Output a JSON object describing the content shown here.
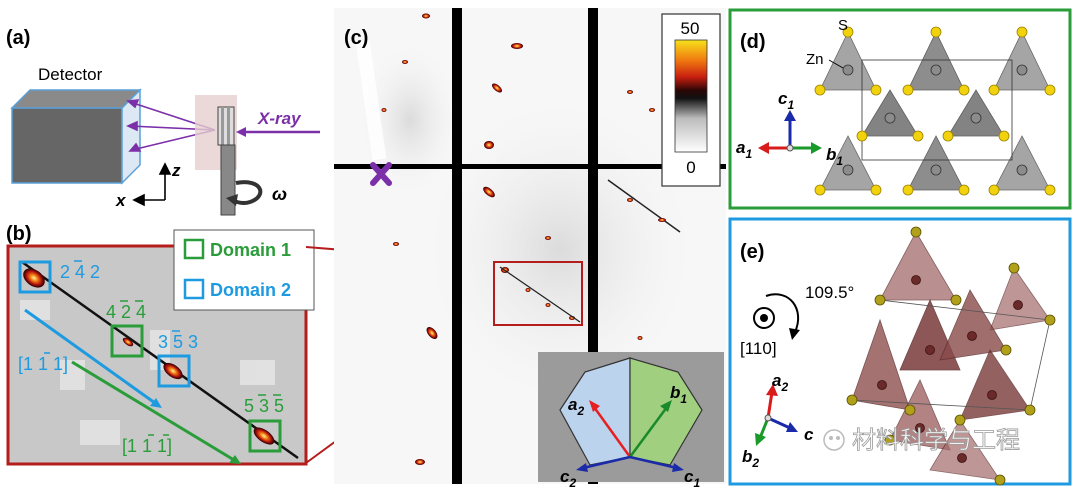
{
  "panels": {
    "a": {
      "label": "(a)",
      "detector": "Detector",
      "xray": "X-ray",
      "axis_z": "z",
      "axis_x": "x",
      "omega": "ω"
    },
    "b": {
      "label": "(b)",
      "legend": [
        {
          "text": "Domain 1",
          "color": "#2a9d3a"
        },
        {
          "text": "Domain 2",
          "color": "#1e9be0"
        }
      ],
      "peaks": [
        {
          "text": "2 4 2",
          "color": "#1e9be0"
        },
        {
          "text": "4 2 4",
          "color": "#2a9d3a"
        },
        {
          "text": "3 5 3",
          "color": "#1e9be0"
        },
        {
          "text": "5 3 5",
          "color": "#2a9d3a"
        }
      ],
      "directions": [
        {
          "text": "[1 1 1]",
          "color": "#1e9be0"
        },
        {
          "text": "[1 1 1]",
          "color": "#2a9d3a"
        }
      ]
    },
    "c": {
      "label": "(c)",
      "colorbar": {
        "max": "50",
        "min": "0"
      },
      "inset": {
        "a2": "a",
        "a2_sub": "2",
        "b1": "b",
        "b1_sub": "1",
        "c2": "c",
        "c2_sub": "2",
        "c1": "c",
        "c1_sub": "1"
      }
    },
    "d": {
      "label": "(d)",
      "atom_s": "S",
      "atom_zn": "Zn",
      "c1": "c",
      "a1": "a",
      "b1": "b",
      "sub": "1"
    },
    "e": {
      "label": "(e)",
      "angle": "109.5°",
      "direction": "[110]",
      "a2": "a",
      "b2": "b",
      "sub": "2",
      "c_partial": "c"
    }
  },
  "watermark": "材料科学与工程",
  "colors": {
    "frame_red": "#b51c1c",
    "frame_green": "#2a9d3a",
    "frame_blue": "#1e9be0",
    "purple": "#7b2fa8"
  }
}
